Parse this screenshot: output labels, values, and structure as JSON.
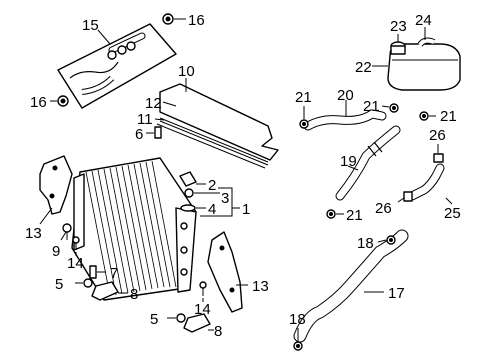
{
  "diagram": {
    "callouts": {
      "c1": "1",
      "c2": "2",
      "c3": "3",
      "c4": "4",
      "c5a": "5",
      "c5b": "5",
      "c6": "6",
      "c7": "7",
      "c8a": "8",
      "c8b": "8",
      "c9": "9",
      "c10": "10",
      "c11": "11",
      "c12": "12",
      "c13a": "13",
      "c13b": "13",
      "c14a": "14",
      "c14b": "14",
      "c15": "15",
      "c16a": "16",
      "c16b": "16",
      "c17": "17",
      "c18a": "18",
      "c18b": "18",
      "c19": "19",
      "c20": "20",
      "c21a": "21",
      "c21b": "21",
      "c21c": "21",
      "c21d": "21",
      "c22": "22",
      "c23": "23",
      "c24": "24",
      "c25": "25",
      "c26a": "26",
      "c26b": "26"
    }
  }
}
